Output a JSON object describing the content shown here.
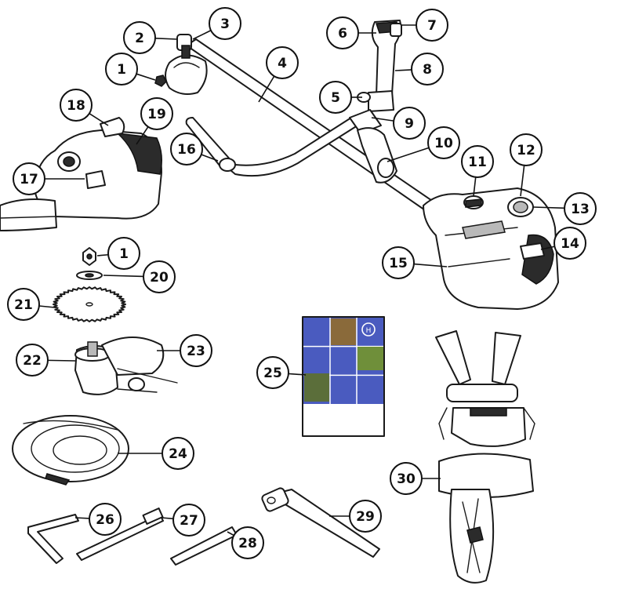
{
  "callouts": [
    {
      "id": "1a",
      "label": "1"
    },
    {
      "id": "2",
      "label": "2"
    },
    {
      "id": "3",
      "label": "3"
    },
    {
      "id": "4",
      "label": "4"
    },
    {
      "id": "5",
      "label": "5"
    },
    {
      "id": "6",
      "label": "6"
    },
    {
      "id": "7",
      "label": "7"
    },
    {
      "id": "8",
      "label": "8"
    },
    {
      "id": "9",
      "label": "9"
    },
    {
      "id": "10",
      "label": "10"
    },
    {
      "id": "11",
      "label": "11"
    },
    {
      "id": "12",
      "label": "12"
    },
    {
      "id": "13",
      "label": "13"
    },
    {
      "id": "14",
      "label": "14"
    },
    {
      "id": "15",
      "label": "15"
    },
    {
      "id": "16",
      "label": "16"
    },
    {
      "id": "17",
      "label": "17"
    },
    {
      "id": "18",
      "label": "18"
    },
    {
      "id": "19",
      "label": "19"
    },
    {
      "id": "1b",
      "label": "1"
    },
    {
      "id": "20",
      "label": "20"
    },
    {
      "id": "21",
      "label": "21"
    },
    {
      "id": "22",
      "label": "22"
    },
    {
      "id": "23",
      "label": "23"
    },
    {
      "id": "24",
      "label": "24"
    },
    {
      "id": "25",
      "label": "25"
    },
    {
      "id": "26",
      "label": "26"
    },
    {
      "id": "27",
      "label": "27"
    },
    {
      "id": "28",
      "label": "28"
    },
    {
      "id": "29",
      "label": "29"
    },
    {
      "id": "30",
      "label": "30"
    }
  ],
  "colors": {
    "outline": "#1a1a1a",
    "manual_blue": "#4a5bbf",
    "manual_blue_light": "#6a7bd6",
    "photo_green": "#6f8f3a",
    "photo_brown": "#8a6a3a"
  },
  "icons": [
    "husqvarna-logo-icon"
  ]
}
